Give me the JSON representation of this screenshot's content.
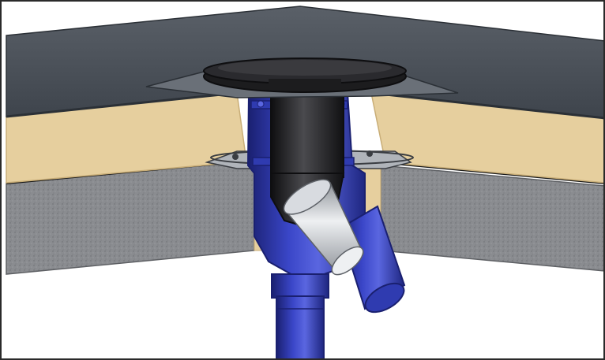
{
  "figure": {
    "colors": {
      "background": "#ffffff",
      "frame": "#2a2a2a",
      "membrane_top": "#4a5058",
      "membrane_edge": "#2b3036",
      "insulation": "#e6cf9e",
      "insulation_edge": "#c9ae78",
      "concrete": "#8a8c90",
      "concrete_edge": "#5e6064",
      "drain_body": "#2f3bb0",
      "drain_highlight": "#5a66e0",
      "drain_shadow": "#1a2070",
      "black_pipe": "#1c1c1e",
      "black_highlight": "#4a4a4e",
      "steel_pipe": "#b8bcc2",
      "steel_highlight": "#eef0f2",
      "flange": "#3a3d42"
    },
    "components": [
      "roof-membrane-layer",
      "thermal-insulation-layer",
      "concrete-slab-layer",
      "drain-grate-collar",
      "clamping-ring-upper",
      "clamping-ring-lower",
      "drain-riser-pipe",
      "angled-outlet-pipe",
      "cast-drain-body",
      "vertical-outlet-pipe"
    ]
  }
}
